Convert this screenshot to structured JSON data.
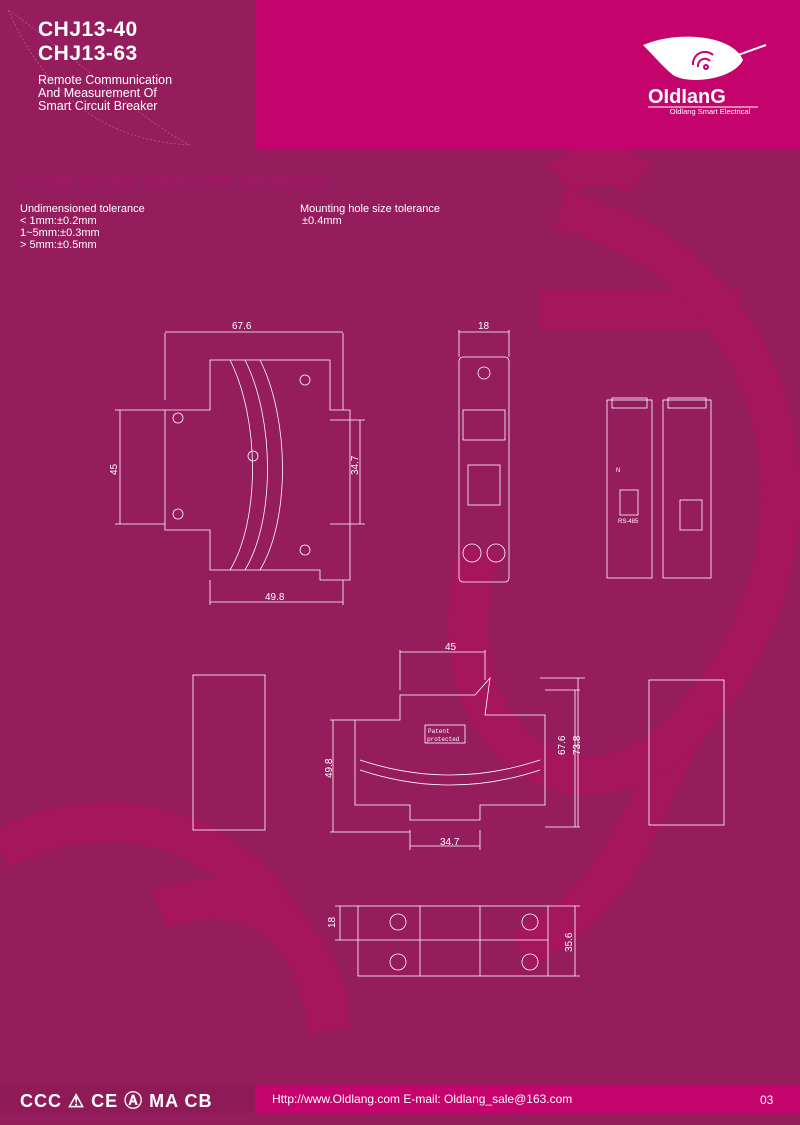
{
  "header": {
    "models": [
      "CHJ13-40",
      "CHJ13-63"
    ],
    "subtitle_lines": [
      "Remote Communication",
      "And Measurement Of",
      "Smart Circuit Breaker"
    ],
    "brand": "Oldlang",
    "brand_sub": "Oldlang Smart Electrical"
  },
  "section_title": "OUTLINE SIZE AND CONNECTION DIAGRAM (mm)",
  "tolerance": {
    "undimensioned_title": "Undimensioned tolerance",
    "undimensioned": [
      "< 1mm:±0.2mm",
      "1~5mm:±0.3mm",
      "> 5mm:±0.5mm"
    ],
    "mounting_title": "Mounting hole size tolerance",
    "mounting": "±0.4mm"
  },
  "drawings": {
    "side": {
      "width_top": "67.6",
      "height_left": "45",
      "height_right": "34.7",
      "width_bottom": "49.8"
    },
    "front": {
      "width": "18"
    },
    "rear": {
      "n_label": "N",
      "rs485": "RS-485"
    },
    "side2": {
      "width_top": "45",
      "height_left": "49.8",
      "height_mid": "67.6",
      "height_right": "73.8",
      "width_bottom": "34.7",
      "patent": [
        "Patent",
        "protected"
      ]
    },
    "top": {
      "height_left": "18",
      "height_right": "35.6"
    }
  },
  "colors": {
    "plum": "#951d5e",
    "magenta": "#c4036d"
  },
  "footer": {
    "certs": "CCC ⚠ CE Ⓐ MA CB",
    "contact": "Http://www.Oldlang.com   E-mail: Oldlang_sale@163.com",
    "page": "03"
  }
}
